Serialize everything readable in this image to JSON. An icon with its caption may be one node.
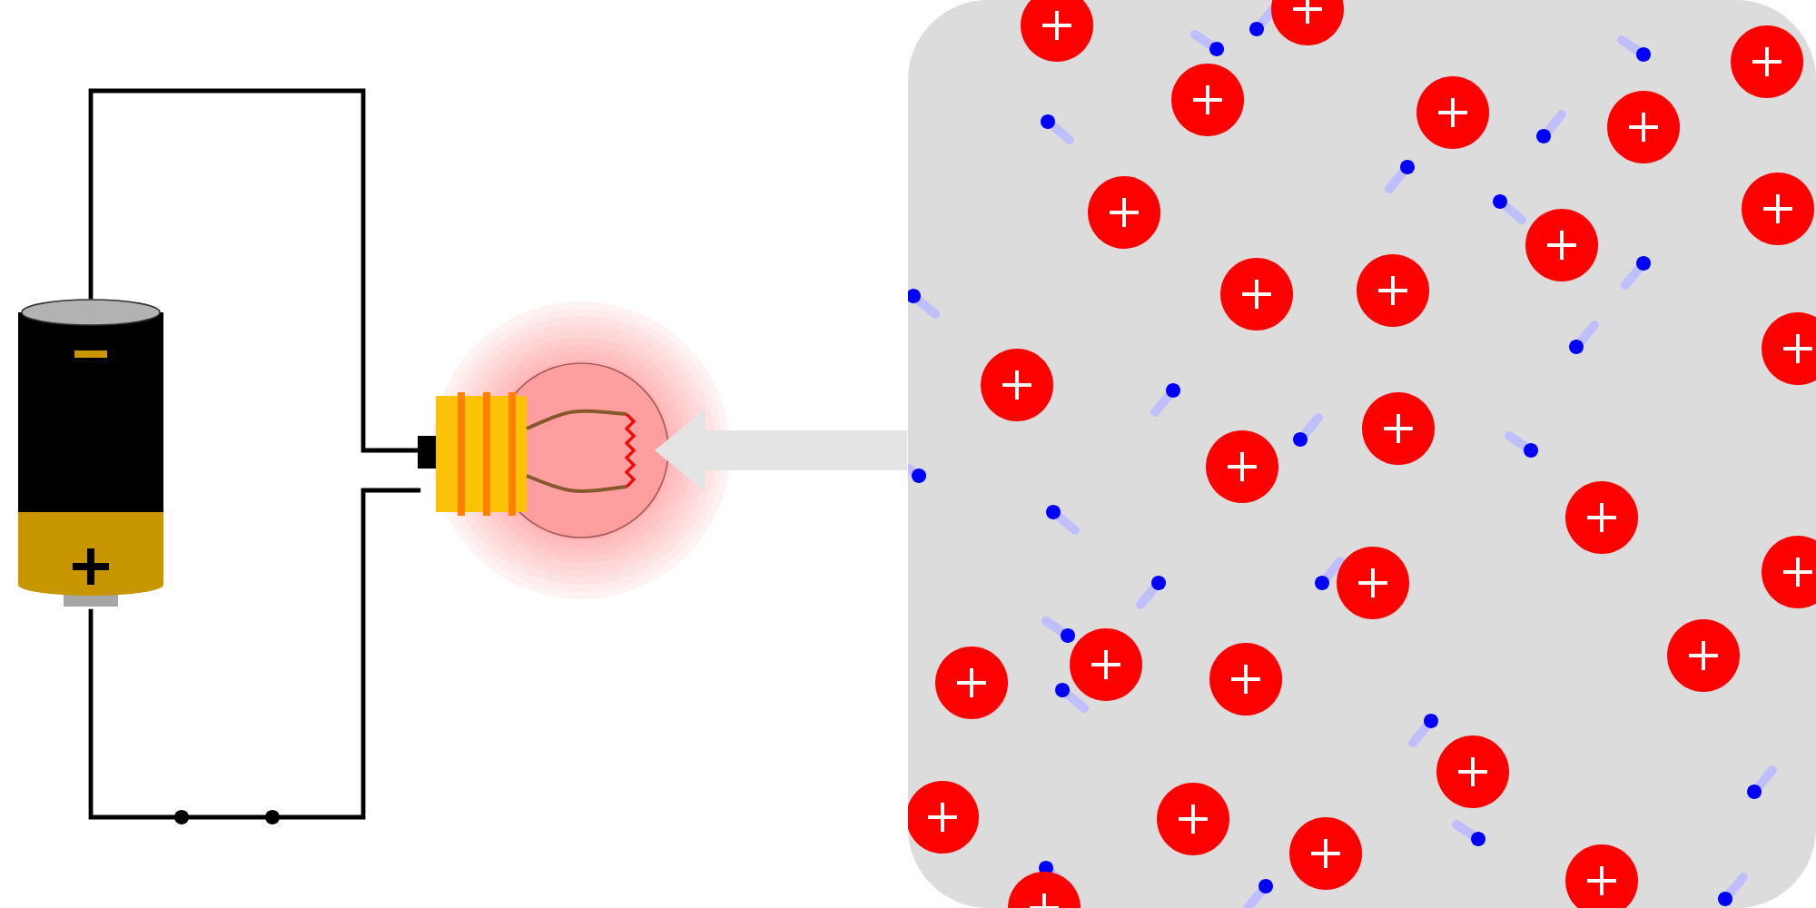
{
  "diagram": {
    "nodes": [
      {
        "text": [],
        "shape": "cylinder"
      },
      {
        "text": [],
        "shape": "picture"
      },
      {
        "text": [],
        "shape": "box"
      }
    ],
    "edges": [
      {
        "from": 0,
        "to": 1,
        "arrow": "none"
      },
      {
        "from": 0,
        "to": 1,
        "arrow": "none"
      },
      {
        "from": 2,
        "to": 1,
        "arrow": "to",
        "style": "thick",
        "color": "#e4e4e4"
      }
    ]
  }
}
